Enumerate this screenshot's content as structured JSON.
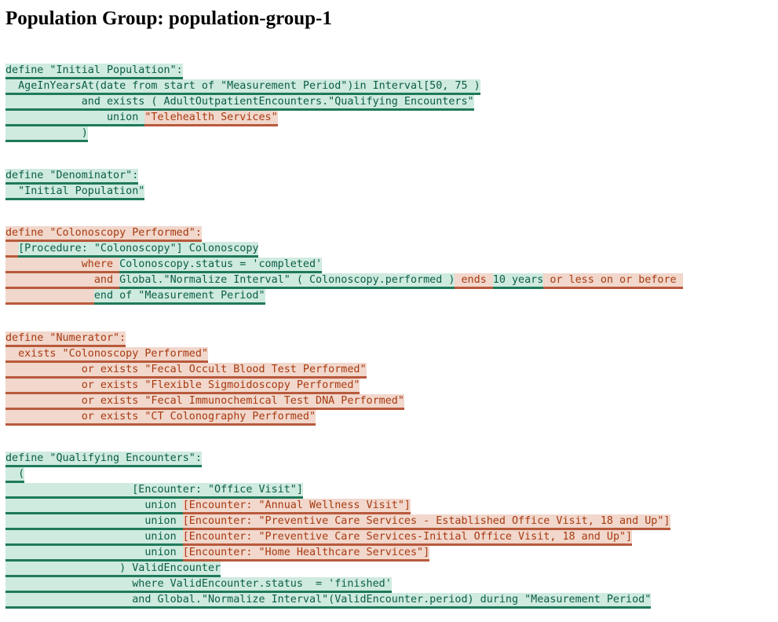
{
  "title": "Population Group: population-group-1",
  "definitions": [
    {
      "name": "initial-population",
      "lines": [
        [
          {
            "t": "define \"Initial Population\":",
            "s": "t"
          }
        ],
        [
          {
            "t": "  AgeInYearsAt(date from start of \"Measurement Period\")in Interval[50, 75 )",
            "s": "t"
          }
        ],
        [
          {
            "t": "            and exists ( AdultOutpatientEncounters.\"Qualifying Encounters\"",
            "s": "t"
          }
        ],
        [
          {
            "t": "                union ",
            "s": "t"
          },
          {
            "t": "\"Telehealth Services\"",
            "s": "f"
          }
        ],
        [
          {
            "t": "            )",
            "s": "t"
          }
        ]
      ]
    },
    {
      "name": "denominator",
      "lines": [
        [
          {
            "t": "define \"Denominator\":",
            "s": "t"
          }
        ],
        [
          {
            "t": "  \"Initial Population\"",
            "s": "t"
          }
        ]
      ]
    },
    {
      "name": "colonoscopy-performed",
      "lines": [
        [
          {
            "t": "define \"Colonoscopy Performed\":",
            "s": "f"
          }
        ],
        [
          {
            "t": "  ",
            "s": "f"
          },
          {
            "t": "[Procedure: \"Colonoscopy\"] Colonoscopy",
            "s": "t"
          }
        ],
        [
          {
            "t": "            where ",
            "s": "f"
          },
          {
            "t": "Colonoscopy.status = 'completed'",
            "s": "t"
          }
        ],
        [
          {
            "t": "              and ",
            "s": "f"
          },
          {
            "t": "Global.\"Normalize Interval\" ( Colonoscopy.performed )",
            "s": "t"
          },
          {
            "t": " ends ",
            "s": "f"
          },
          {
            "t": "10 years",
            "s": "t"
          },
          {
            "t": " or less on or before ",
            "s": "f"
          }
        ],
        [
          {
            "t": "              ",
            "s": "f"
          },
          {
            "t": "end of \"Measurement Period\"",
            "s": "t"
          }
        ]
      ]
    },
    {
      "name": "numerator",
      "lines": [
        [
          {
            "t": "define \"Numerator\":",
            "s": "f"
          }
        ],
        [
          {
            "t": "  exists \"Colonoscopy Performed\"",
            "s": "f"
          }
        ],
        [
          {
            "t": "            or exists \"Fecal Occult Blood Test Performed\"",
            "s": "f"
          }
        ],
        [
          {
            "t": "            or exists \"Flexible Sigmoidoscopy Performed\"",
            "s": "f"
          }
        ],
        [
          {
            "t": "            or exists \"Fecal Immunochemical Test DNA Performed\"",
            "s": "f"
          }
        ],
        [
          {
            "t": "            or exists \"CT Colonography Performed\"",
            "s": "f"
          }
        ]
      ]
    },
    {
      "name": "qualifying-encounters",
      "lines": [
        [
          {
            "t": "define \"Qualifying Encounters\":",
            "s": "t"
          }
        ],
        [
          {
            "t": "  (",
            "s": "t"
          }
        ],
        [
          {
            "t": "                    [Encounter: \"Office Visit\"]",
            "s": "t"
          }
        ],
        [
          {
            "t": "                      union ",
            "s": "t"
          },
          {
            "t": "[Encounter: \"Annual Wellness Visit\"]",
            "s": "f"
          }
        ],
        [
          {
            "t": "                      union ",
            "s": "t"
          },
          {
            "t": "[Encounter: \"Preventive Care Services - Established Office Visit, 18 and Up\"]",
            "s": "f"
          }
        ],
        [
          {
            "t": "                      union ",
            "s": "t"
          },
          {
            "t": "[Encounter: \"Preventive Care Services-Initial Office Visit, 18 and Up\"]",
            "s": "f"
          }
        ],
        [
          {
            "t": "                      union ",
            "s": "t"
          },
          {
            "t": "[Encounter: \"Home Healthcare Services\"]",
            "s": "f"
          }
        ],
        [
          {
            "t": "                  ) ValidEncounter",
            "s": "t"
          }
        ],
        [
          {
            "t": "                    where ValidEncounter.status  = 'finished'",
            "s": "t"
          }
        ],
        [
          {
            "t": "                    and Global.\"Normalize Interval\"(ValidEncounter.period) during \"Measurement Period\"",
            "s": "t"
          }
        ]
      ]
    }
  ],
  "colors": {
    "true_bg": "#cfeadf",
    "true_text": "#0a5e46",
    "true_underline": "#1f7a5a",
    "false_bg": "#f1d7cc",
    "false_text": "#a83a10",
    "false_underline": "#b85a3c"
  }
}
